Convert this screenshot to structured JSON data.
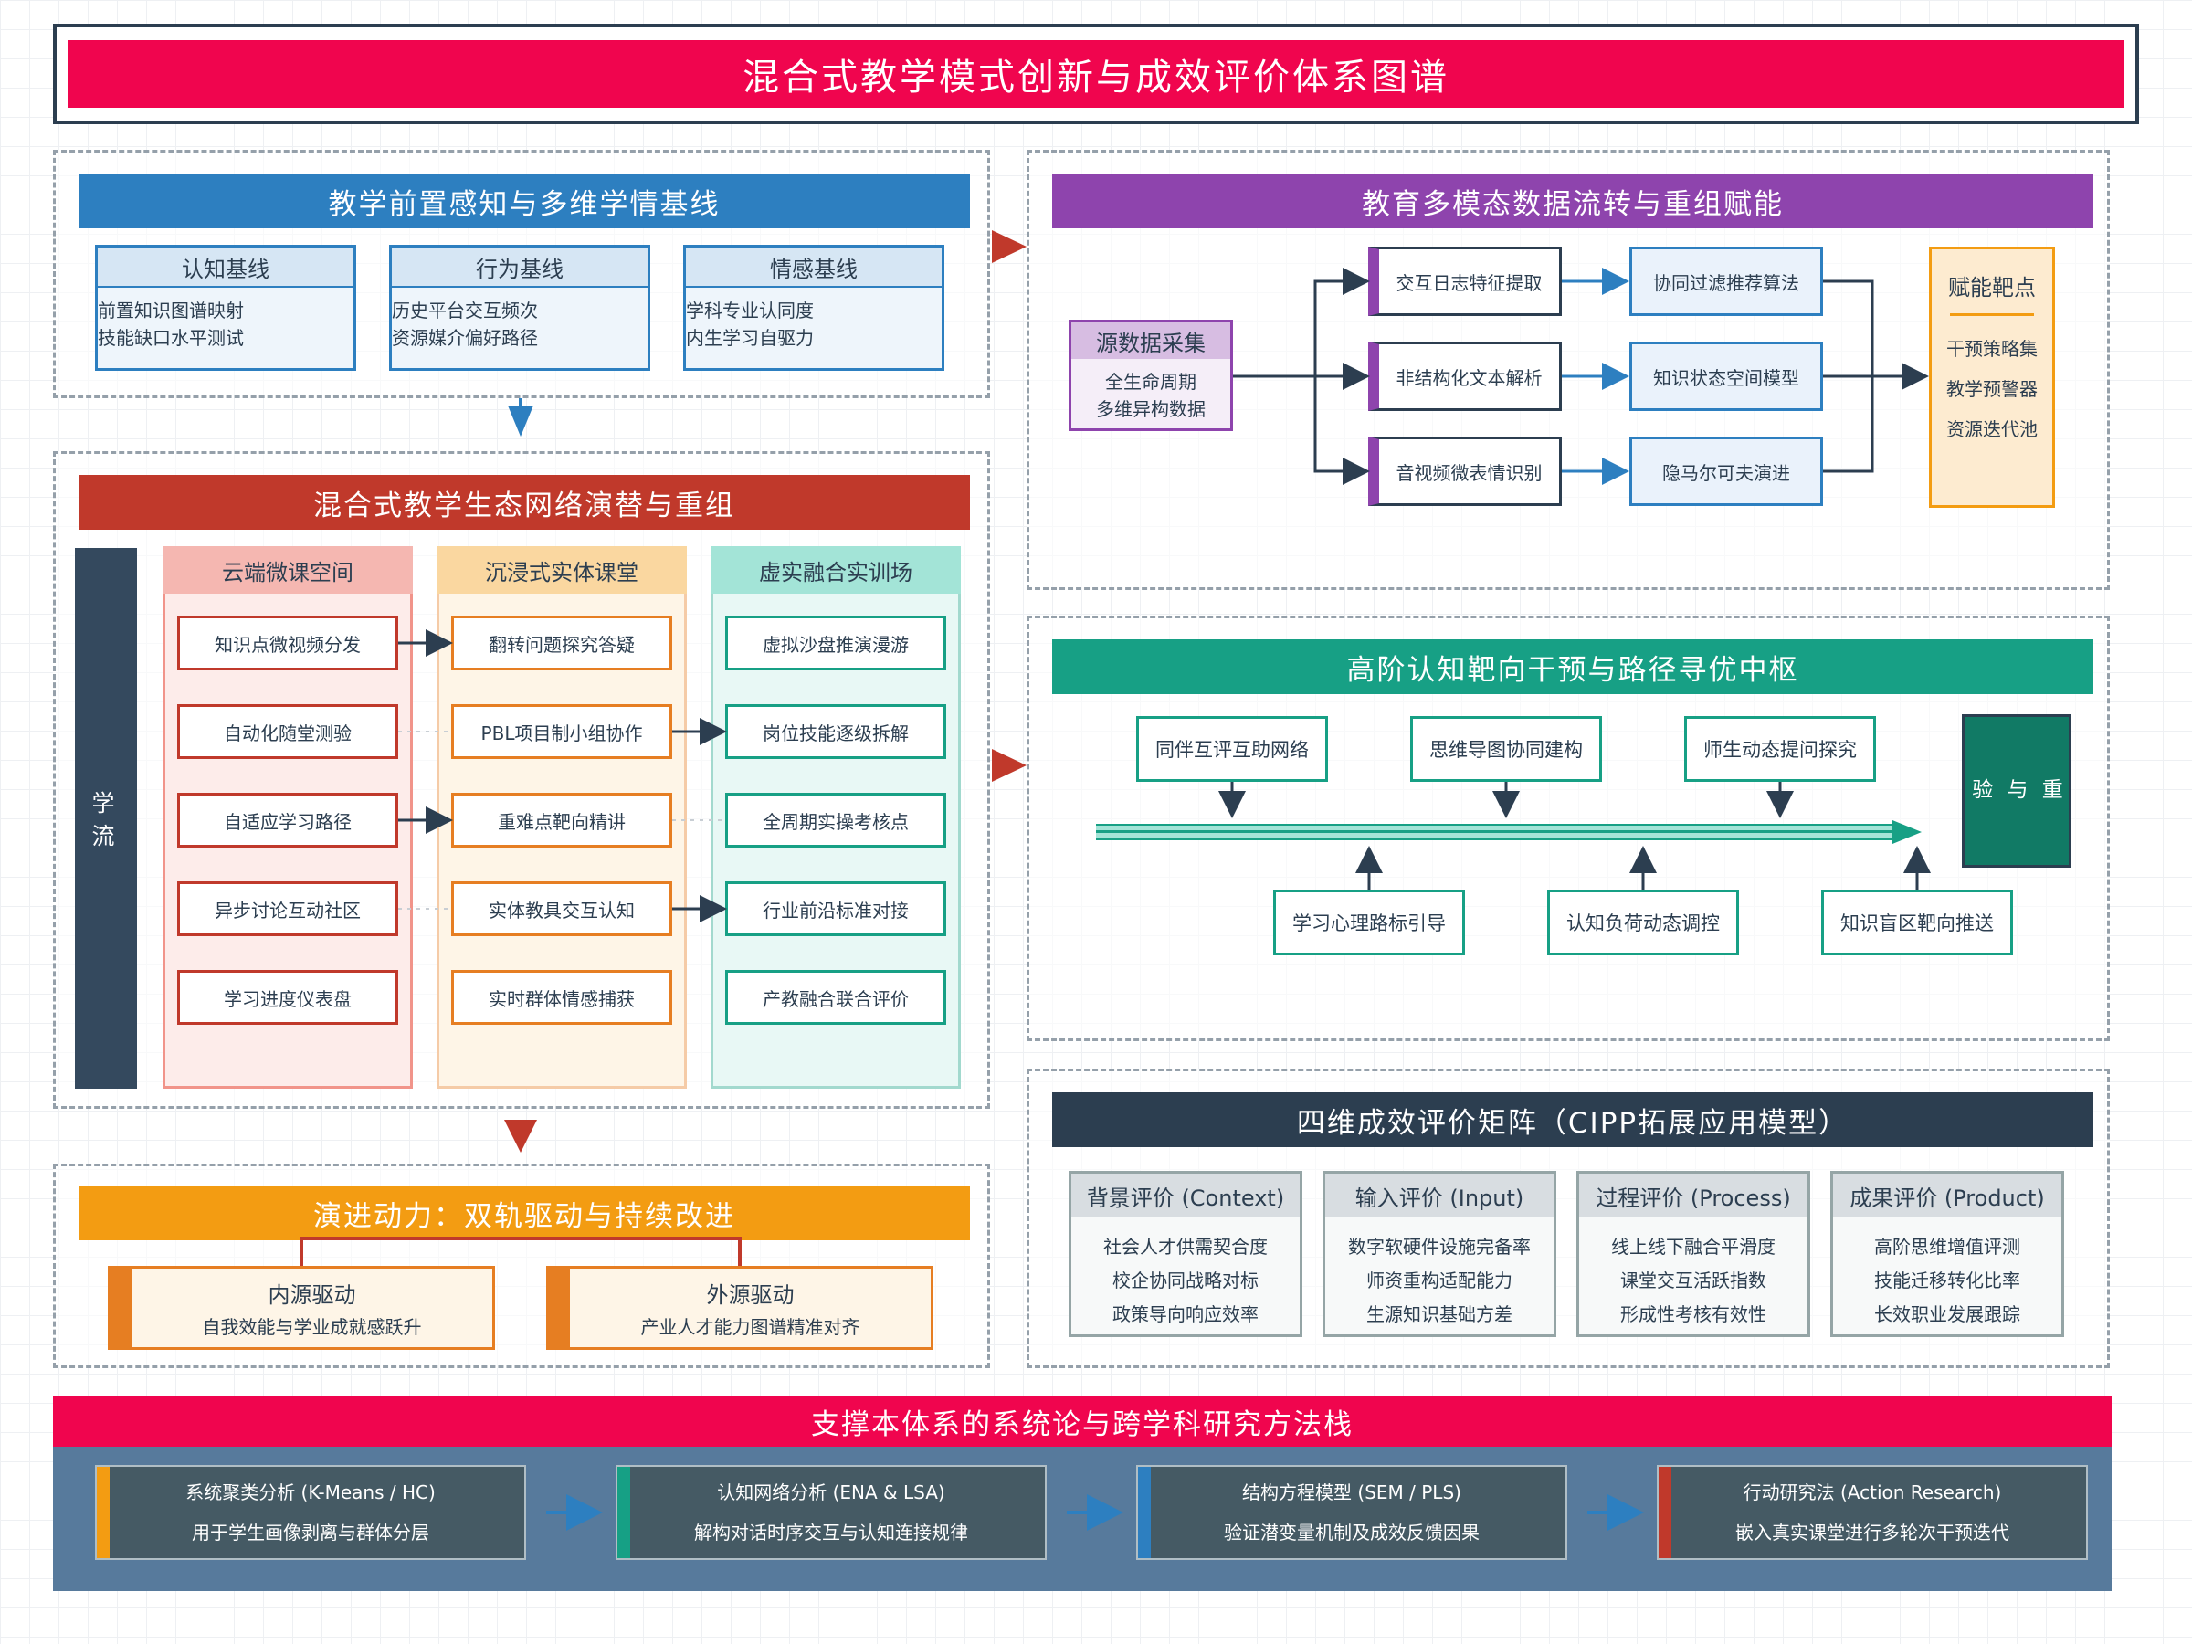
{
  "title": "混合式教学模式创新与成效评价体系图谱",
  "baseline": {
    "title": "教学前置感知与多维学情基线",
    "cards": [
      {
        "head": "认知基线",
        "lines": [
          "前置知识图谱映射",
          "技能缺口水平测试"
        ]
      },
      {
        "head": "行为基线",
        "lines": [
          "历史平台交互频次",
          "资源媒介偏好路径"
        ]
      },
      {
        "head": "情感基线",
        "lines": [
          "学科专业认同度",
          "内生学习自驱力"
        ]
      }
    ]
  },
  "ecology": {
    "title": "混合式教学生态网络演替与重组",
    "side_label": "学 流",
    "columns": [
      {
        "head": "云端微课空间",
        "items": [
          "知识点微视频分发",
          "自动化随堂测验",
          "自适应学习路径",
          "异步讨论互动社区",
          "学习进度仪表盘"
        ]
      },
      {
        "head": "沉浸式实体课堂",
        "items": [
          "翻转问题探究答疑",
          "PBL项目制小组协作",
          "重难点靶向精讲",
          "实体教具交互认知",
          "实时群体情感捕获"
        ]
      },
      {
        "head": "虚实融合实训场",
        "items": [
          "虚拟沙盘推演漫游",
          "岗位技能逐级拆解",
          "全周期实操考核点",
          "行业前沿标准对接",
          "产教融合联合评价"
        ]
      }
    ]
  },
  "drive": {
    "title": "演进动力：双轨驱动与持续改进",
    "left": {
      "head": "内源驱动",
      "sub": "自我效能与学业成就感跃升"
    },
    "right": {
      "head": "外源驱动",
      "sub": "产业人才能力图谱精准对齐"
    }
  },
  "multimodal": {
    "title": "教育多模态数据流转与重组赋能",
    "source": {
      "head": "源数据采集",
      "lines": [
        "全生命周期",
        "多维异构数据"
      ]
    },
    "extract": [
      "交互日志特征提取",
      "非结构化文本解析",
      "音视频微表情识别"
    ],
    "models": [
      "协同过滤推荐算法",
      "知识状态空间模型",
      "隐马尔可夫演进"
    ],
    "target": {
      "head": "赋能靶点",
      "items": [
        "干预策略集",
        "教学预警器",
        "资源迭代池"
      ]
    }
  },
  "cognitive": {
    "title": "高阶认知靶向干预与路径寻优中枢",
    "top": [
      "同伴互评互助网络",
      "思维导图协同建构",
      "师生动态提问探究"
    ],
    "bottom": [
      "学习心理路标引导",
      "认知负荷动态调控",
      "知识盲区靶向推送"
    ],
    "end_label": "验 与 重"
  },
  "evaluation": {
    "title": "四维成效评价矩阵（CIPP拓展应用模型）",
    "columns": [
      {
        "head": "背景评价 (Context)",
        "lines": [
          "社会人才供需契合度",
          "校企协同战略对标",
          "政策导向响应效率"
        ]
      },
      {
        "head": "输入评价 (Input)",
        "lines": [
          "数字软硬件设施完备率",
          "师资重构适配能力",
          "生源知识基础方差"
        ]
      },
      {
        "head": "过程评价 (Process)",
        "lines": [
          "线上线下融合平滑度",
          "课堂交互活跃指数",
          "形成性考核有效性"
        ]
      },
      {
        "head": "成果评价 (Product)",
        "lines": [
          "高阶思维增值评测",
          "技能迁移转化比率",
          "长效职业发展跟踪"
        ]
      }
    ]
  },
  "methods": {
    "title": "支撑本体系的系统论与跨学科研究方法栈",
    "items": [
      {
        "name": "系统聚类分析 (K-Means / HC)",
        "desc": "用于学生画像剥离与群体分层",
        "color": "#f39c12"
      },
      {
        "name": "认知网络分析 (ENA & LSA)",
        "desc": "解构对话时序交互与认知连接规律",
        "color": "#16a085"
      },
      {
        "name": "结构方程模型 (SEM / PLS)",
        "desc": "验证潜变量机制及成效反馈因果",
        "color": "#2d7fc0"
      },
      {
        "name": "行动研究法 (Action Research)",
        "desc": "嵌入真实课堂进行多轮次干预迭代",
        "color": "#c0392b"
      }
    ]
  },
  "colors": {
    "title": "#f0054e",
    "baseline": "#2d7fc0",
    "ecology": "#c0392b",
    "drive": "#f39c12",
    "multimodal": "#8e44ad",
    "cognitive": "#17a085",
    "evaluation": "#2c3e50",
    "methods_bg": "#577a9c"
  }
}
